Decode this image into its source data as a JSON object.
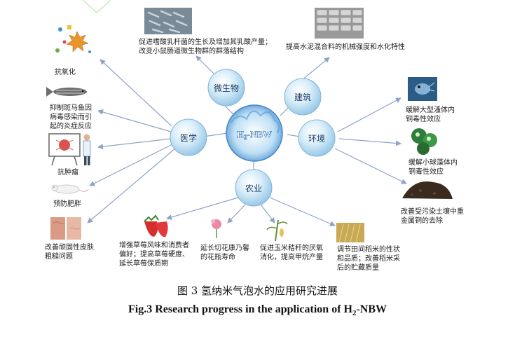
{
  "center": {
    "prefix": "H",
    "sub": "2",
    "suffix": "-NBW"
  },
  "categories": {
    "micro": "微生物",
    "arch": "建筑",
    "medicine": "医学",
    "env": "环境",
    "agri": "农业"
  },
  "labels": {
    "antioxidant": "抗氧化",
    "zebrafish": "抑制斑马鱼因\n病毒感染而引\n起的炎症反应",
    "antitumor": "抗肿瘤",
    "obesity": "预防肥胖",
    "skin": "改善顽固性皮肤\n粗糙问题",
    "lactobacillus": "促进嗜酸乳杆菌的生长及增加其乳酸产量；\n改变小鼠肠道微生物群的群落结构",
    "cement": "提高水泥混合料的机械强度和水化特性",
    "daphnia": "缓解大型溞体内\n铜毒性效应",
    "chlorella": "缓解小球藻体内\n铜毒性效应",
    "soil": "改善受污染土壤中重\n金属铜的去除",
    "strawberry": "增强草莓风味和消费者\n偏好；提高草莓硬度、\n延长草莓保质期",
    "carnation": "延长切花康乃馨\n的花瓶寿命",
    "corn": "促进玉米秸秆的厌氧\n消化，提高甲烷产量",
    "rice": "调节田间稻米的性状\n和品质；改善稻米采\n后的贮藏质量"
  },
  "caption": {
    "cn": "图 3  氢纳米气泡水的应用研究进展",
    "en_prefix": "Fig.3 Research progress in the application of H",
    "en_sub": "2",
    "en_suffix": "-NBW"
  },
  "colors": {
    "arrow": "#8fa3c8",
    "bubble": "#b9dcf0",
    "bubble_edge": "#7fb3da",
    "center": "#3f86cc"
  }
}
